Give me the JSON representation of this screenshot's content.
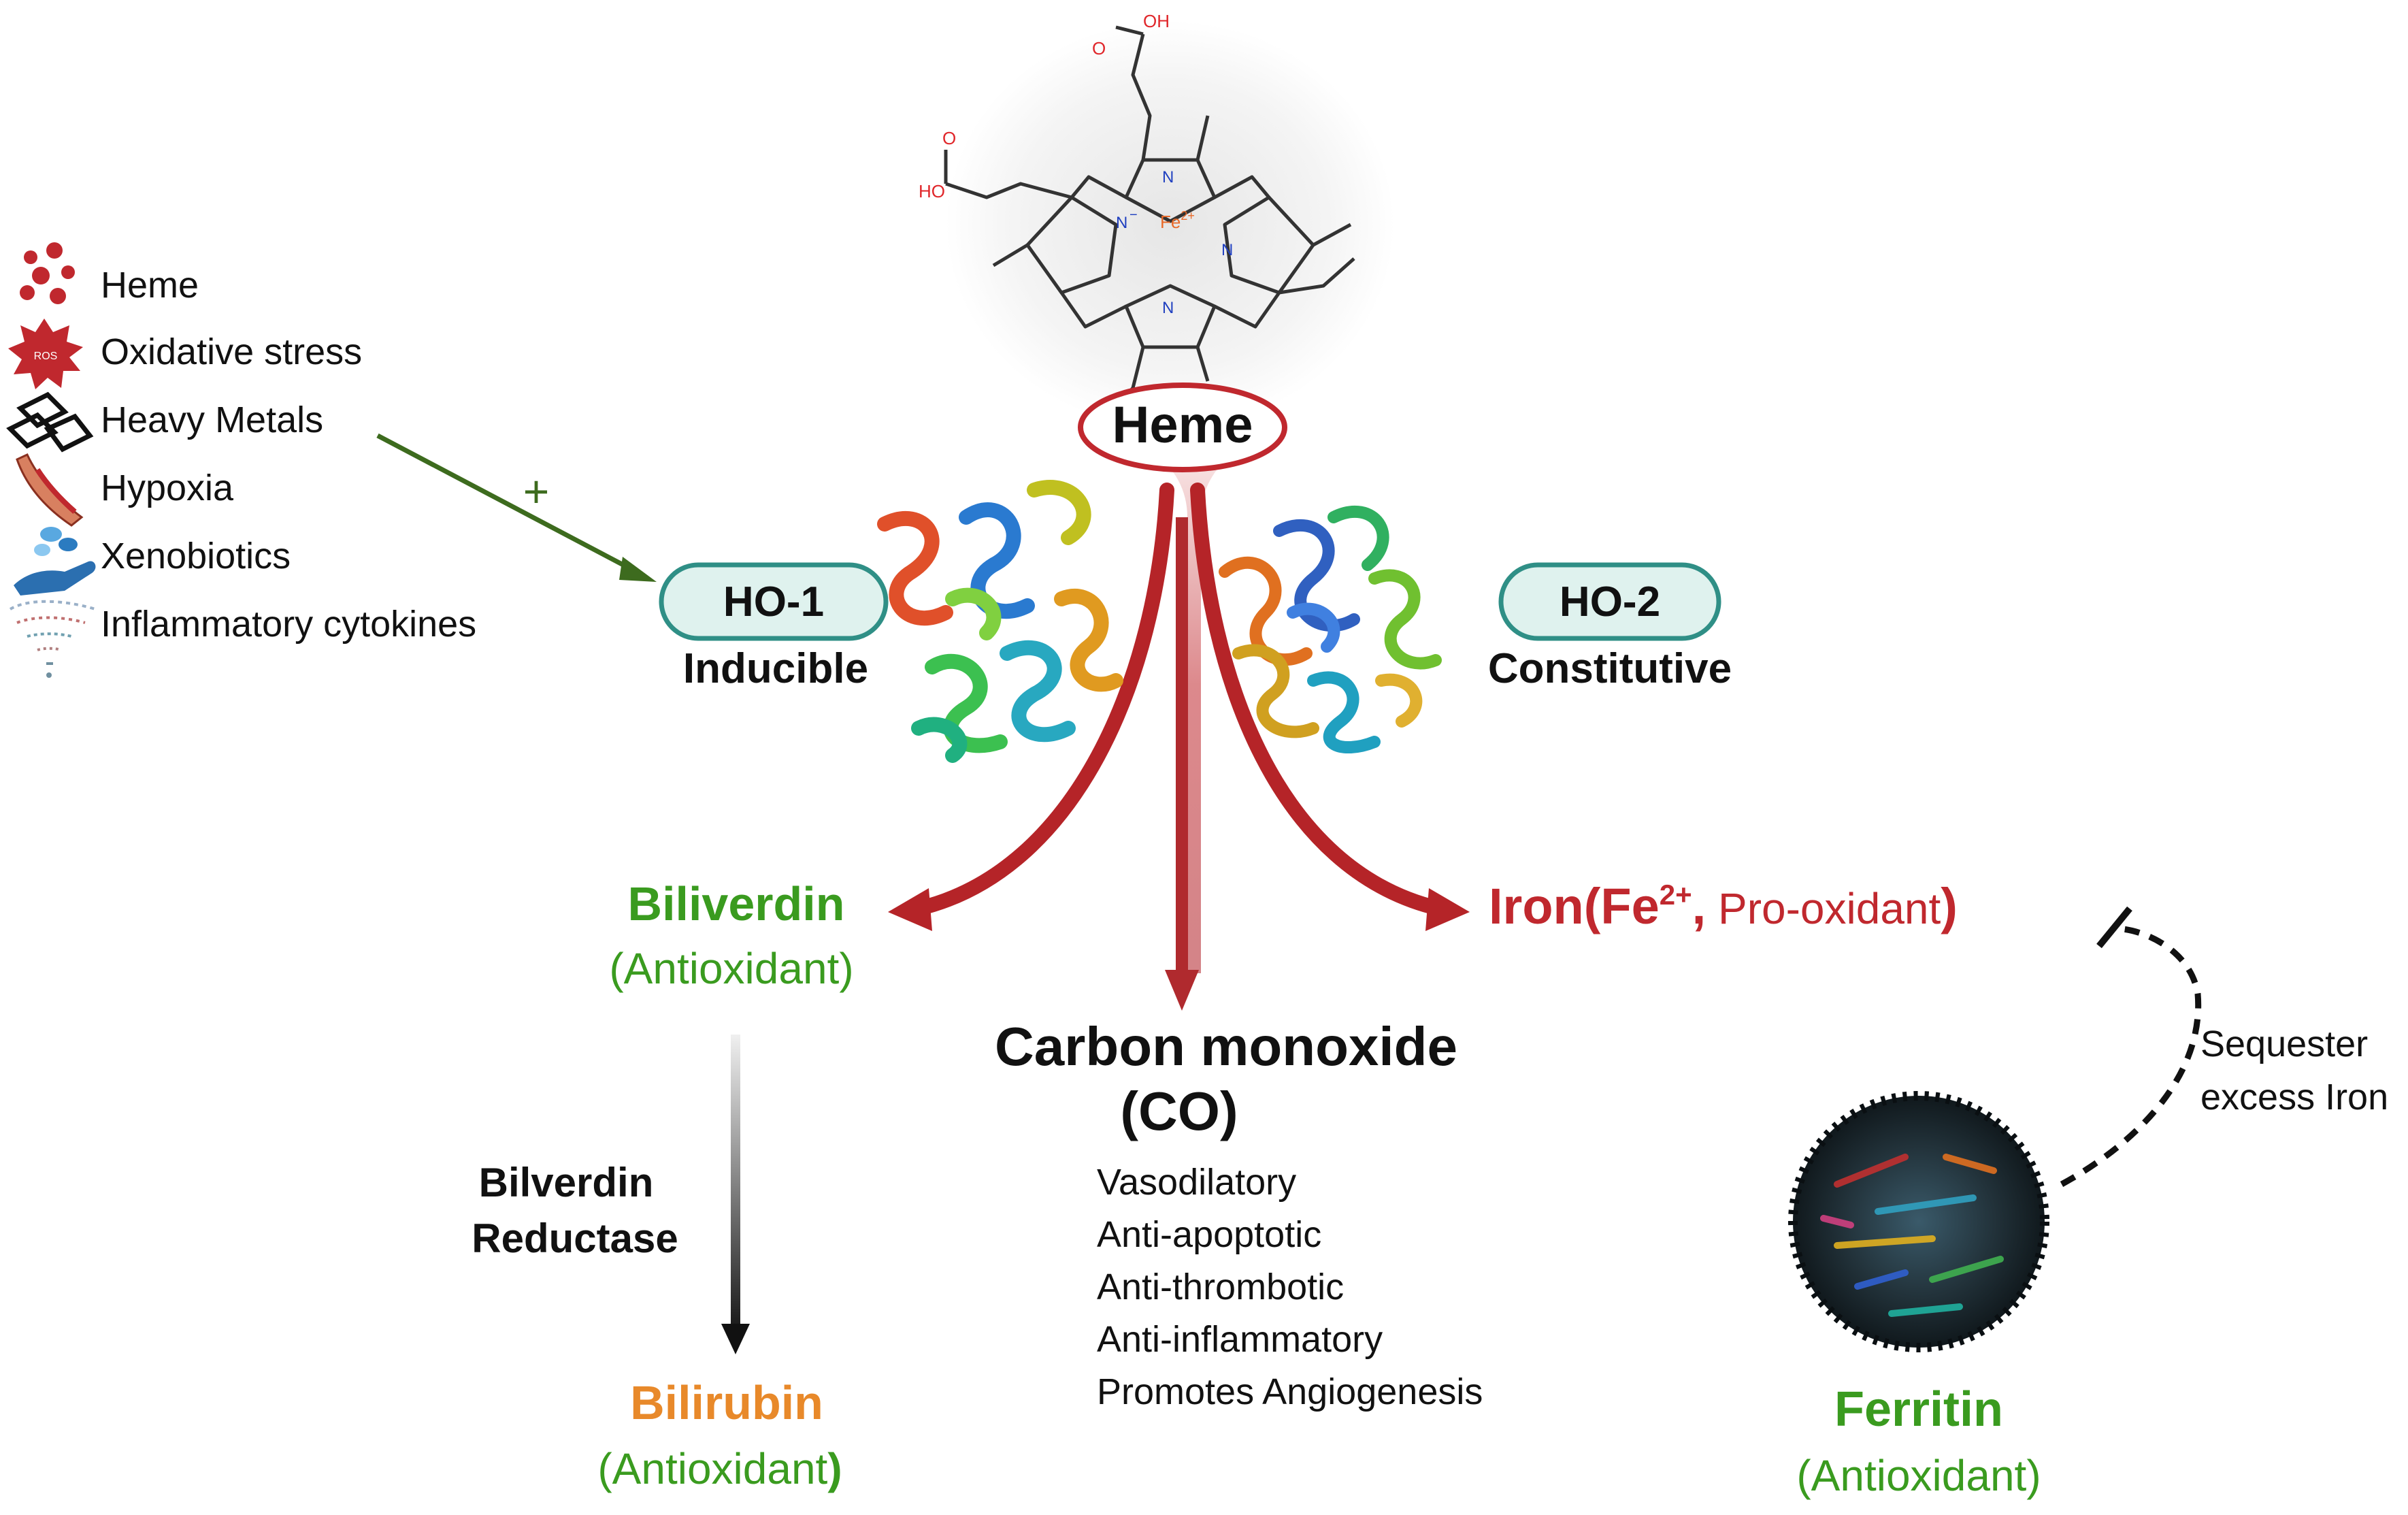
{
  "inducers": {
    "items": [
      {
        "label": "Heme",
        "icon": "heme-dots-icon"
      },
      {
        "label": "Oxidative stress",
        "icon": "ros-burst-icon"
      },
      {
        "label": "Heavy Metals",
        "icon": "metal-bars-icon"
      },
      {
        "label": "Hypoxia",
        "icon": "blood-vessel-icon"
      },
      {
        "label": "Xenobiotics",
        "icon": "pills-hand-icon"
      },
      {
        "label": "Inflammatory cytokines",
        "icon": "cytokine-swirl-icon"
      }
    ],
    "ros_badge": "ROS",
    "plus_sign": "+"
  },
  "molecule": {
    "acid_top": "OH",
    "acid_left": "HO",
    "o_top": "O",
    "o_left": "O",
    "n_atom": "N",
    "n_minus": "N",
    "minus_sign": "−",
    "fe_label": "Fe",
    "fe_charge": "2+"
  },
  "center": {
    "heme_label": "Heme"
  },
  "enzymes": {
    "ho1": {
      "name": "HO-1",
      "type": "Inducible"
    },
    "ho2": {
      "name": "HO-2",
      "type": "Constitutive"
    }
  },
  "products": {
    "biliverdin": {
      "name": "Biliverdin",
      "role": "(Antioxidant)"
    },
    "reductase": {
      "line1": "Bilverdin",
      "line2": "Reductase"
    },
    "bilirubin": {
      "name": "Bilirubin",
      "role": "(Antioxidant",
      "close": ")"
    },
    "co": {
      "name": "Carbon monoxide",
      "abbr": "(CO)",
      "effects": [
        "Vasodilatory",
        "Anti-apoptotic",
        "Anti-thrombotic",
        "Anti-inflammatory",
        "Promotes Angiogenesis"
      ]
    },
    "iron": {
      "name": "Iron(Fe",
      "charge": "2+",
      "comma": ",",
      "role": " Pro-oxidant",
      "close": ")"
    },
    "ferritin": {
      "name": "Ferritin",
      "role": "(Antioxidant)",
      "note_line1": "Sequester",
      "note_line2": "excess Iron"
    }
  },
  "colors": {
    "green": "#3a9b1f",
    "dark_green": "#3d6b1e",
    "red": "#c0282e",
    "orange": "#e8892a",
    "enzyme_fill": "#dff2ee",
    "enzyme_stroke": "#2f8f86"
  }
}
